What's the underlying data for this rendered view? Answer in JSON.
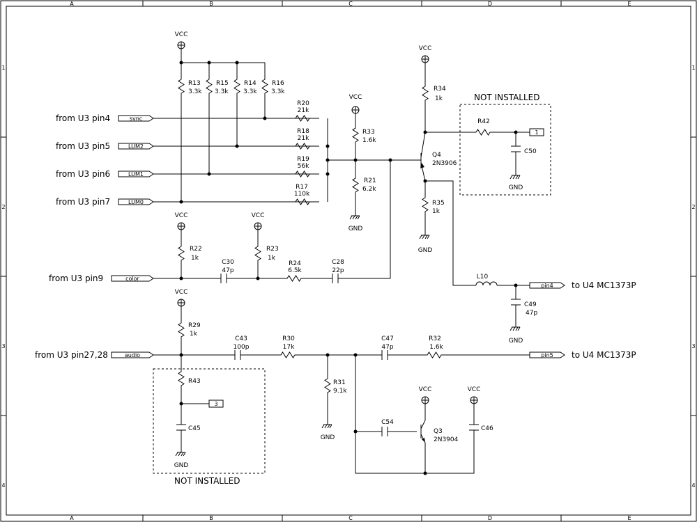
{
  "frame": {
    "columns": [
      "A",
      "B",
      "C",
      "D",
      "E"
    ],
    "rows": [
      "1",
      "2",
      "3",
      "4"
    ]
  },
  "power": {
    "vcc": "VCC",
    "gnd": "GND"
  },
  "sources": {
    "sync": "from U3 pin4",
    "lum2": "from U3 pin5",
    "lum1": "from U3 pin6",
    "lum0": "from U3 pin7",
    "color": "from U3 pin9",
    "audio": "from U3 pin27,28"
  },
  "port_flags": {
    "sync": "sync",
    "lum2": "LUM2",
    "lum1": "LUM1",
    "lum0": "LUM0",
    "color": "color",
    "audio": "audio",
    "pin4": "pin4",
    "pin5": "pin5",
    "off1": "1",
    "off3": "3"
  },
  "destinations": {
    "pin4": "to U4 MC1373P",
    "pin5": "to U4 MC1373P"
  },
  "notes": {
    "not_installed": "NOT   INSTALLED"
  },
  "components": {
    "R13": {
      "ref": "R13",
      "value": "3.3k"
    },
    "R15": {
      "ref": "R15",
      "value": "3.3k"
    },
    "R14": {
      "ref": "R14",
      "value": "3.3k"
    },
    "R16": {
      "ref": "R16",
      "value": "3.3k"
    },
    "R20": {
      "ref": "R20",
      "value": "21k"
    },
    "R18": {
      "ref": "R18",
      "value": "21k"
    },
    "R19": {
      "ref": "R19",
      "value": "56k"
    },
    "R17": {
      "ref": "R17",
      "value": "110k"
    },
    "R33": {
      "ref": "R33",
      "value": "1.6k"
    },
    "R21": {
      "ref": "R21",
      "value": "6.2k"
    },
    "R34": {
      "ref": "R34",
      "value": "1k"
    },
    "R35": {
      "ref": "R35",
      "value": "1k"
    },
    "Q4": {
      "ref": "Q4",
      "value": "2N3906"
    },
    "R42": {
      "ref": "R42",
      "value": ""
    },
    "C50": {
      "ref": "C50",
      "value": ""
    },
    "R22": {
      "ref": "R22",
      "value": "1k"
    },
    "R23": {
      "ref": "R23",
      "value": "1k"
    },
    "C30": {
      "ref": "C30",
      "value": "47p"
    },
    "R24": {
      "ref": "R24",
      "value": "6.5k"
    },
    "C28": {
      "ref": "C28",
      "value": "22p"
    },
    "L10": {
      "ref": "L10",
      "value": ""
    },
    "C49": {
      "ref": "C49",
      "value": "47p"
    },
    "R29": {
      "ref": "R29",
      "value": "1k"
    },
    "C43": {
      "ref": "C43",
      "value": "100p"
    },
    "R30": {
      "ref": "R30",
      "value": "17k"
    },
    "R31": {
      "ref": "R31",
      "value": "9.1k"
    },
    "C47": {
      "ref": "C47",
      "value": "47p"
    },
    "R32": {
      "ref": "R32",
      "value": "1.6k"
    },
    "R43": {
      "ref": "R43",
      "value": ""
    },
    "C45": {
      "ref": "C45",
      "value": ""
    },
    "C54": {
      "ref": "C54",
      "value": ""
    },
    "Q3": {
      "ref": "Q3",
      "value": "2N3904"
    },
    "C46": {
      "ref": "C46",
      "value": ""
    }
  }
}
